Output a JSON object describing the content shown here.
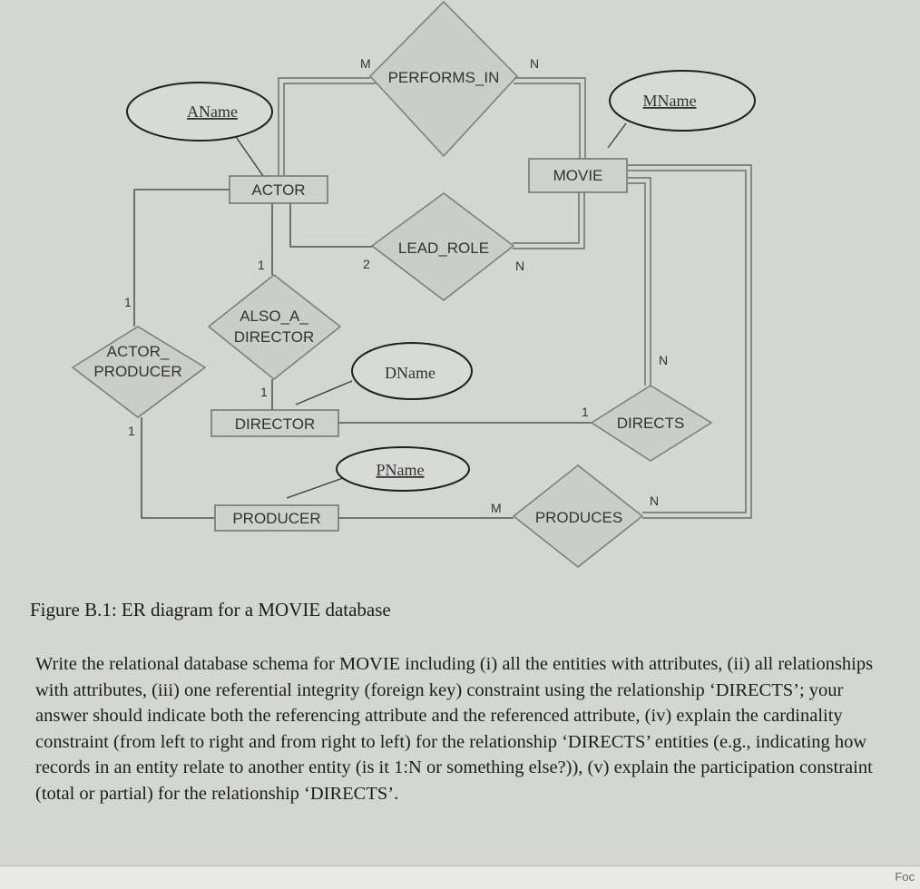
{
  "diagram": {
    "entities": {
      "actor": "ACTOR",
      "movie": "MOVIE",
      "director": "DIRECTOR",
      "producer": "PRODUCER"
    },
    "relationships": {
      "performs_in": "PERFORMS_IN",
      "lead_role": "LEAD_ROLE",
      "also_a_director_line1": "ALSO_A_",
      "also_a_director_line2": "DIRECTOR",
      "actor_producer_line1": "ACTOR_",
      "actor_producer_line2": "PRODUCER",
      "directs": "DIRECTS",
      "produces": "PRODUCES"
    },
    "attributes": {
      "aname": "AName",
      "mname": "MName",
      "dname": "DName",
      "pname": "PName"
    },
    "cardinalities": {
      "performs_in_actor": "M",
      "performs_in_movie": "N",
      "lead_role_actor": "2",
      "lead_role_movie": "N",
      "also_director_actor": "1",
      "also_director_director": "1",
      "actor_producer_actor": "1",
      "actor_producer_producer": "1",
      "directs_director": "1",
      "directs_movie": "N",
      "produces_producer": "M",
      "produces_movie": "N"
    }
  },
  "caption": "Figure B.1: ER diagram for a MOVIE database",
  "question": "Write the relational database schema for MOVIE including (i) all the entities with attributes, (ii) all relationships with attributes, (iii) one referential integrity (foreign key) constraint using the relationship ‘DIRECTS’; your answer should indicate both the referencing attribute and the referenced attribute, (iv) explain the cardinality constraint (from left to right and from right to left) for the relationship ‘DIRECTS’ entities (e.g., indicating how records in an entity relate to another entity (is it 1:N or something else?)), (v) explain the participation constraint (total or partial) for the relationship ‘DIRECTS’.",
  "bottom_bar": {
    "icon_name": "focus-icon",
    "text": "Foc"
  }
}
